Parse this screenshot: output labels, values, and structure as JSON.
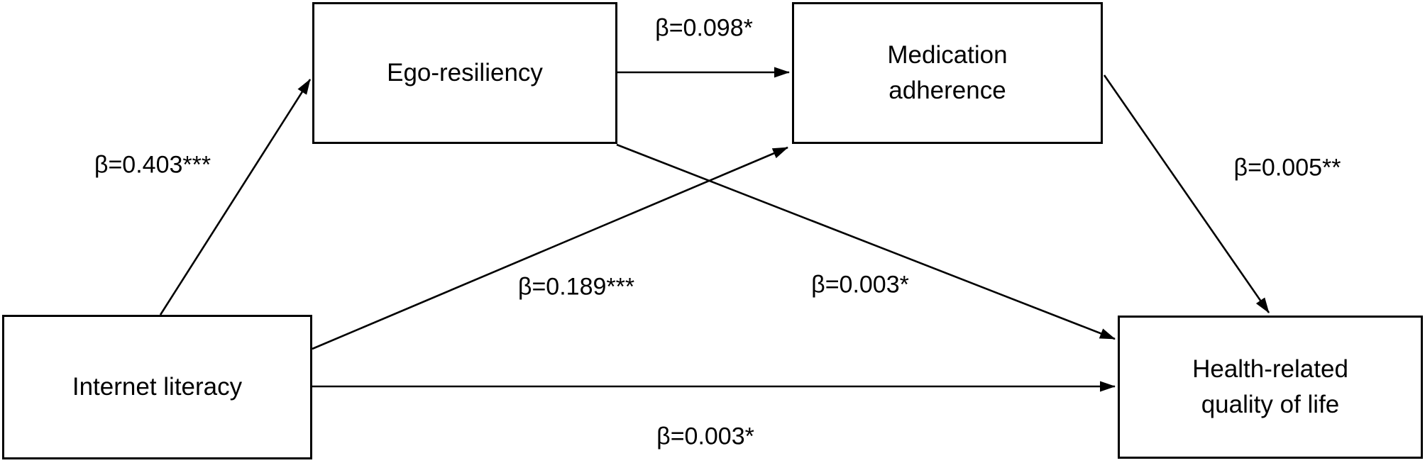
{
  "diagram": {
    "type": "path-model",
    "colors": {
      "line": "#000000",
      "box_border": "#000000",
      "box_fill": "#ffffff",
      "text": "#000000",
      "background": "#ffffff"
    },
    "nodes": {
      "internet_literacy": {
        "label": "Internet literacy"
      },
      "ego_resiliency": {
        "label": "Ego-resiliency"
      },
      "medication_adherence": {
        "label": "Medication adherence"
      },
      "hrqol": {
        "label": "Health-related quality of life"
      }
    },
    "edges": [
      {
        "from": "Internet literacy",
        "to": "Ego-resiliency",
        "label": "β=0.403***"
      },
      {
        "from": "Ego-resiliency",
        "to": "Medication adherence",
        "label": "β=0.098*"
      },
      {
        "from": "Internet literacy",
        "to": "Medication adherence",
        "label": "β=0.189***"
      },
      {
        "from": "Ego-resiliency",
        "to": "Health-related quality of life",
        "label": "β=0.003*"
      },
      {
        "from": "Medication adherence",
        "to": "Health-related quality of life",
        "label": "β=0.005**"
      },
      {
        "from": "Internet literacy",
        "to": "Health-related quality of life",
        "label": "β=0.003*"
      }
    ]
  }
}
